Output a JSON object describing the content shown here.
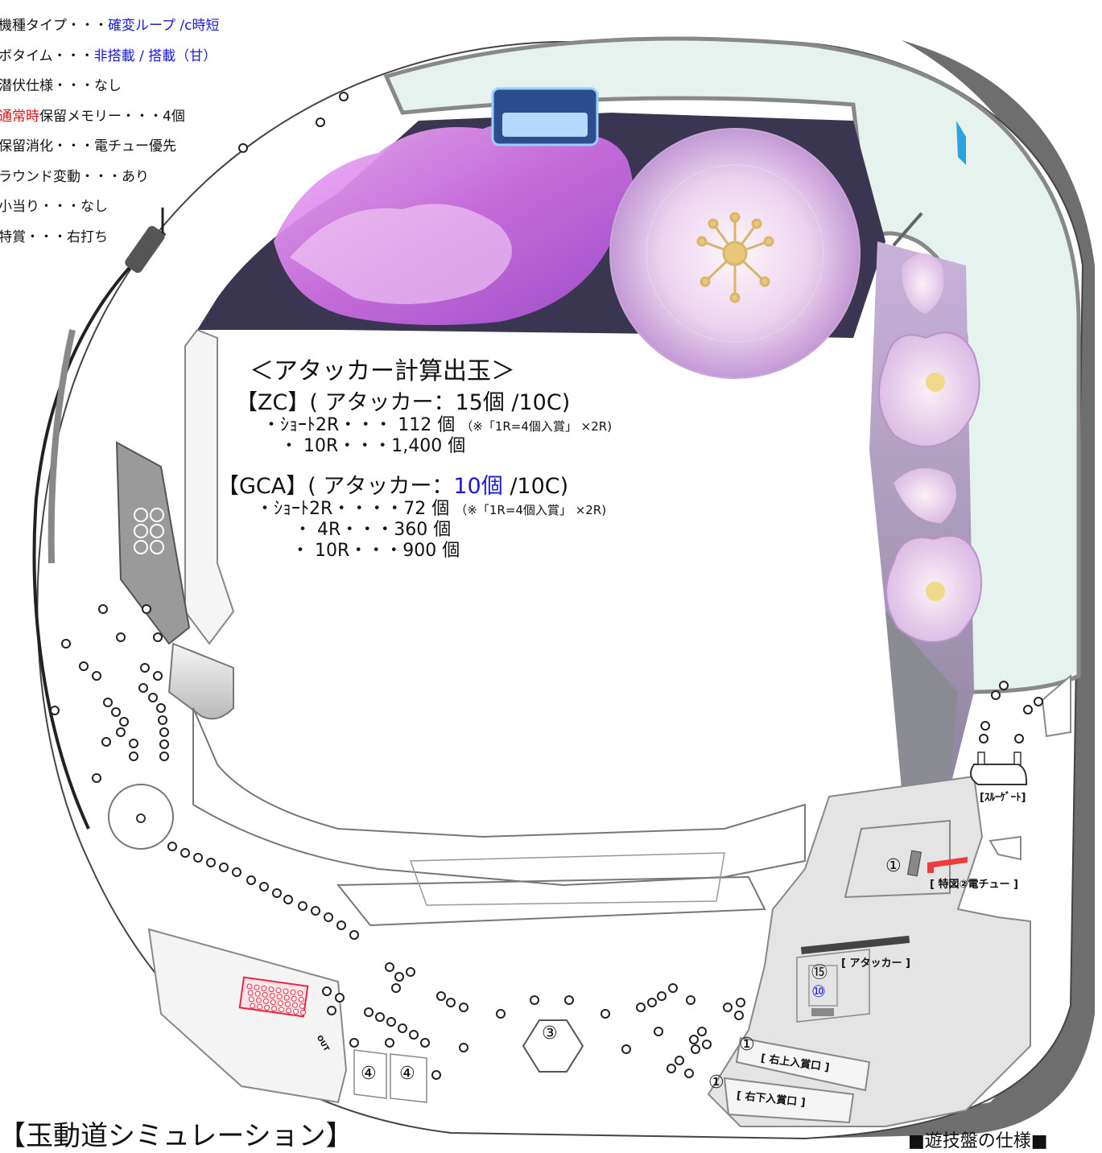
{
  "spec_list": [
    {
      "prefix": "",
      "label": "機種タイプ・・・",
      "value": "確変ループ /c時短",
      "value_color": "blue"
    },
    {
      "prefix": "",
      "label": "ボタイム・・・",
      "value": "非搭載 / 搭載（甘）",
      "value_color": "blue"
    },
    {
      "prefix": "",
      "label": "潜伏仕様・・・",
      "value": "なし",
      "value_color": "black"
    },
    {
      "prefix": "通常時",
      "label": "保留メモリー・・・",
      "value": "4個",
      "value_color": "black"
    },
    {
      "prefix": "",
      "label": "保留消化・・・",
      "value": "電チュー優先",
      "value_color": "black"
    },
    {
      "prefix": "",
      "label": "ラウンド変動・・・",
      "value": "あり",
      "value_color": "black"
    },
    {
      "prefix": "",
      "label": "小当り・・・",
      "value": "なし",
      "value_color": "black"
    },
    {
      "prefix": "",
      "label": "特賞・・・",
      "value": "右打ち",
      "value_color": "black"
    }
  ],
  "calc": {
    "heading": "＜アタッカー計算出玉＞",
    "zc": {
      "header_pre": "【ZC】( アタッカー：",
      "header_count": "15個",
      "header_post": " /10C)",
      "line1": "・ｼｮｰﾄ2R・・・  112 個",
      "line1_note": "（※「1R=4個入賞」 ×2R)",
      "line2": "・ 10R・・・1,400 個"
    },
    "gca": {
      "header_pre": "【GCA】( アタッカー：",
      "header_count": "10個",
      "header_post": " /10C)",
      "line1": "・ｼｮｰﾄ2R・・・・72 個",
      "line1_note": "（※「1R=4個入賞」 ×2R)",
      "line2": "・ 4R・・・360 個",
      "line3": "・ 10R・・・900 個"
    }
  },
  "board_labels": {
    "through_gate": "[ｽﾙｰｹﾞｰﾄ]",
    "denchu": "[ 特図②電チュー ]",
    "attacker": "[ アタッカー ]",
    "upper_right": "[ 右上入賞口 ]",
    "lower_right": "[ 右下入賞口 ]",
    "out": "OUT"
  },
  "board_numbers": {
    "denchu_count": "①",
    "attacker_zc": "⑮",
    "attacker_gca": "⑩",
    "upper_right_count": "①",
    "lower_right_count": "①",
    "center_count": "③",
    "left_count_a": "④",
    "left_count_b": "④"
  },
  "colors": {
    "highlight_blue": "#1a1ad6",
    "highlight_red": "#e01010",
    "frame_gray": "#6e6e6e",
    "sakura_pink": "#c88ce0",
    "rail_mint": "#e6f2ee"
  },
  "footer": {
    "left_title": "【玉動道シミュレーション】",
    "right_title": "■遊技盤の仕様■"
  }
}
